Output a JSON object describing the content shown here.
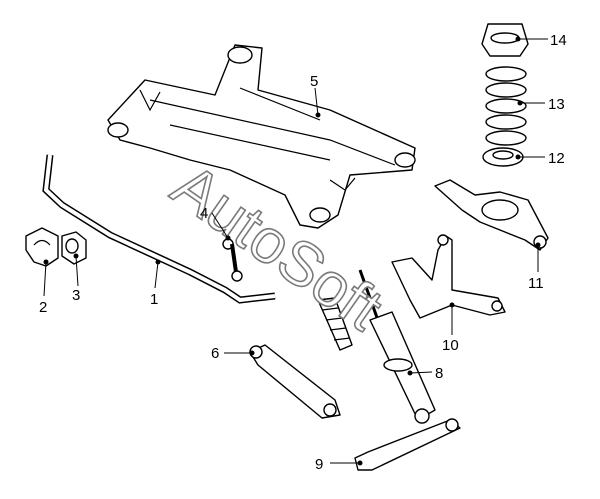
{
  "watermark": "AutoSoft",
  "callouts": [
    {
      "id": "1",
      "label": "1"
    },
    {
      "id": "2",
      "label": "2"
    },
    {
      "id": "3",
      "label": "3"
    },
    {
      "id": "4",
      "label": "4"
    },
    {
      "id": "5",
      "label": "5"
    },
    {
      "id": "6",
      "label": "6"
    },
    {
      "id": "8",
      "label": "8"
    },
    {
      "id": "9",
      "label": "9"
    },
    {
      "id": "10",
      "label": "10"
    },
    {
      "id": "11",
      "label": "11"
    },
    {
      "id": "12",
      "label": "12"
    },
    {
      "id": "13",
      "label": "13"
    },
    {
      "id": "14",
      "label": "14"
    }
  ]
}
